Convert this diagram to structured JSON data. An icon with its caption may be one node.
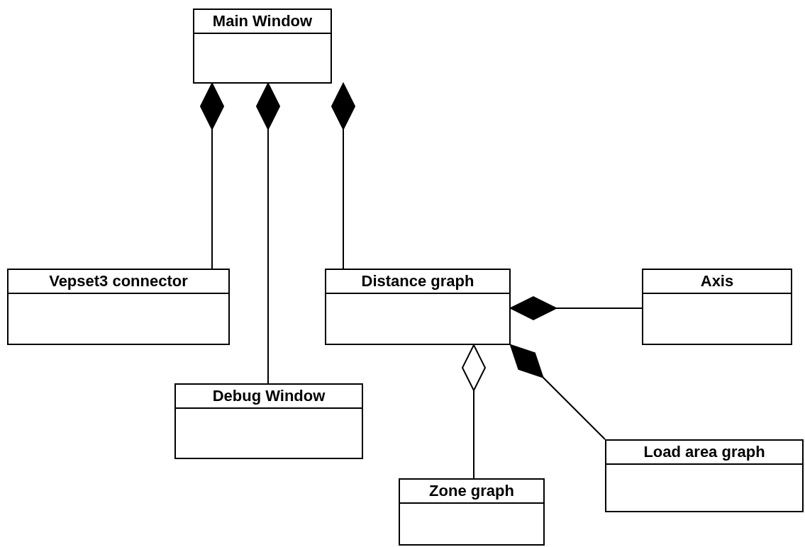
{
  "diagram": {
    "nodes": [
      {
        "text": [
          "Main Window"
        ]
      },
      {
        "text": [
          "Vepset3 connector"
        ]
      },
      {
        "text": [
          "Distance graph"
        ]
      },
      {
        "text": [
          "Axis"
        ]
      },
      {
        "text": [
          "Debug Window"
        ]
      },
      {
        "text": [
          "Load area graph"
        ]
      },
      {
        "text": [
          "Zone graph"
        ]
      }
    ],
    "edges": [
      {
        "from": 0,
        "to": 1,
        "arrow": "other"
      },
      {
        "from": 0,
        "to": 4,
        "arrow": "other"
      },
      {
        "from": 0,
        "to": 2,
        "arrow": "other"
      },
      {
        "from": 2,
        "to": 3,
        "arrow": "other"
      },
      {
        "from": 2,
        "to": 6,
        "arrow": "other"
      },
      {
        "from": 2,
        "to": 5,
        "arrow": "other"
      }
    ]
  }
}
